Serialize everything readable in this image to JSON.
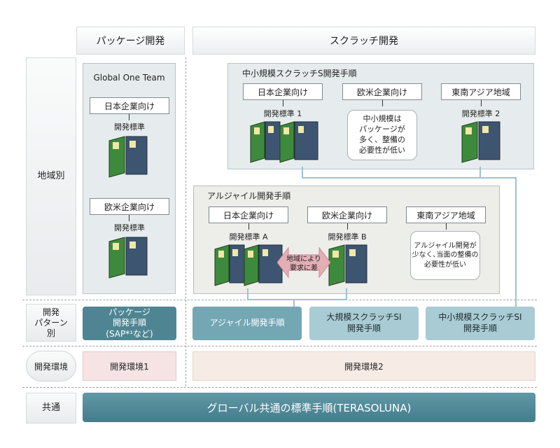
{
  "headers": {
    "package": "パッケージ開発",
    "scratch": "スクラッチ開発"
  },
  "rows": {
    "region": "地域別",
    "pattern": "開発\nパターン\n別",
    "environment": "開発環境",
    "common": "共通"
  },
  "package_panel": {
    "title": "Global One Team",
    "japan": "日本企業向け",
    "western": "欧米企業向け",
    "standard_a": "開発標準",
    "standard_b": "開発標準"
  },
  "smb_panel": {
    "title": "中小規模スクラッチS開発手順",
    "japan": "日本企業向け",
    "western": "欧米企業向け",
    "asia": "東南アジア地域",
    "standard_1": "開発標準 1",
    "standard_2": "開発標準 2",
    "note": "中小規模は\nパッケージが\n多く、整備の\n必要性が低い"
  },
  "agile_panel": {
    "title": "アルジャイル開発手順",
    "japan": "日本企業向け",
    "western": "欧米企業向け",
    "asia": "東南アジア地域",
    "standard_a": "開発標準 A",
    "standard_b": "開発標準 B",
    "arrow": "地域により\n要求に差",
    "note": "アルジャイル開発が\n少なく､当面の整備の\n必要性が低い"
  },
  "patterns": {
    "package": "パッケージ\n開発手順\n(SAP*¹など)",
    "agile": "アジャイル開発手順",
    "large": "大規模スクラッチSI\n開発手順",
    "smb": "中小規模スクラッチSI\n開発手順"
  },
  "environments": {
    "env1": "開発環境1",
    "env2": "開発環境2"
  },
  "common_bar": "グローバル共通の標準手順(TERASOLUNA)",
  "colors": {
    "binder_green": "#3e8a3c",
    "binder_blue": "#3d5571",
    "pattern_dark": "#4f8593",
    "pattern_mid": "#74a7b4",
    "pattern_light": "#a9cbd3",
    "env": "#f6e4e4",
    "env2": "#f6ebe5",
    "common": "#4f8898",
    "arrow": "#e3aeb5"
  }
}
